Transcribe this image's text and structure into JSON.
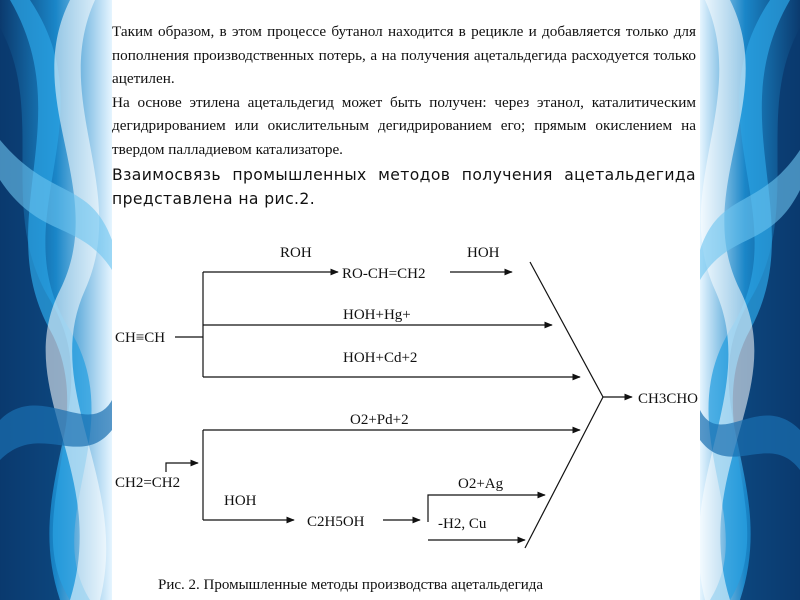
{
  "text": {
    "p1": "Таким образом, в этом процессе бутанол находится в рецикле и добавляется только для пополнения производственных потерь, а на получения ацетальдегида расходуется только ацетилен.",
    "p2": "На основе этилена ацетальдегид может быть получен: через этанол, каталитическим дегидрированием или окислительным дегидрированием его; прямым окислением на твердом палладиевом катализаторе.",
    "p3": "Взаимосвязь промышленных методов получения ацетальдегида представлена на рис.2."
  },
  "scheme": {
    "acetylene": "CH≡CH",
    "ethylene": "CH2=CH2",
    "product": "CH3CHO",
    "roh": "ROH",
    "vinyl_ether": "RO-CH=CH2",
    "hoh_top": "HOH",
    "hoh_hg": "HOH+Hg+",
    "hoh_cd": "HOH+Cd+2",
    "o2_pd": "O2+Pd+2",
    "hoh_bottom": "НОН",
    "ethanol": "C2H5OH",
    "o2_ag": "O2+Ag",
    "dehydro": "-H2, Cu"
  },
  "caption": "Рис. 2. Промышленные методы производства ацетальдегида",
  "colors": {
    "ribbon_dark": "#0b3a6e",
    "ribbon_mid": "#1a86c8",
    "ribbon_light": "#6cc4f0",
    "text": "#111111"
  }
}
